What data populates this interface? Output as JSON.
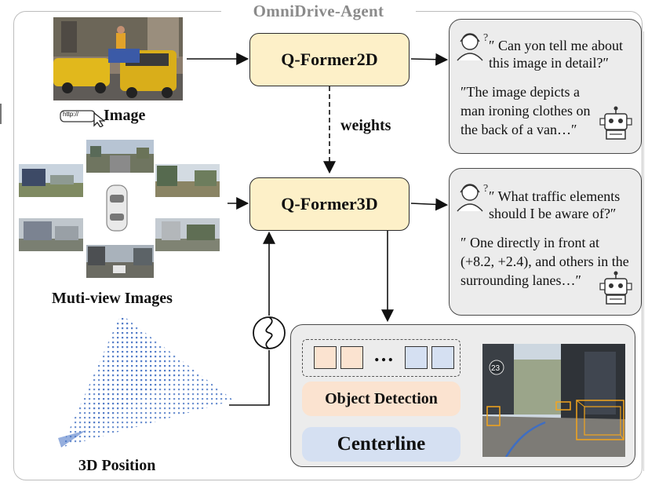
{
  "title": "OmniDrive-Agent",
  "inputs": {
    "image_label": "Image",
    "url_badge": "http://",
    "multiview_label": "Muti-view Images",
    "position_label": "3D Position"
  },
  "modules": {
    "qformer2d": "Q-Former2D",
    "qformer3d": "Q-Former3D",
    "weights_label": "weights"
  },
  "chat1": {
    "question": "″ Can yon tell me about this image in detail?″",
    "answer": "″The image depicts a man ironing clothes on the back of a van…″"
  },
  "chat2": {
    "question": "″ What traffic elements should I be aware of?″",
    "answer": "″ One directly in front at (+8.2, +2.4), and others in the surrounding lanes…″"
  },
  "outputs": {
    "ellipsis": "…",
    "object_detection": "Object Detection",
    "centerline": "Centerline",
    "sign_number": "23"
  },
  "colors": {
    "qformer_fill": "#fdf0c8",
    "chat_fill": "#ececec",
    "object_detection_fill": "#fbe3d0",
    "centerline_fill": "#d5e0f2",
    "token_orange": "#fbe3d0",
    "token_blue": "#d5e0f2",
    "title_gray": "#8a8a8a"
  },
  "icons": [
    "cursor-icon",
    "person-question-icon",
    "robot-icon",
    "positional-encoding-icon"
  ]
}
